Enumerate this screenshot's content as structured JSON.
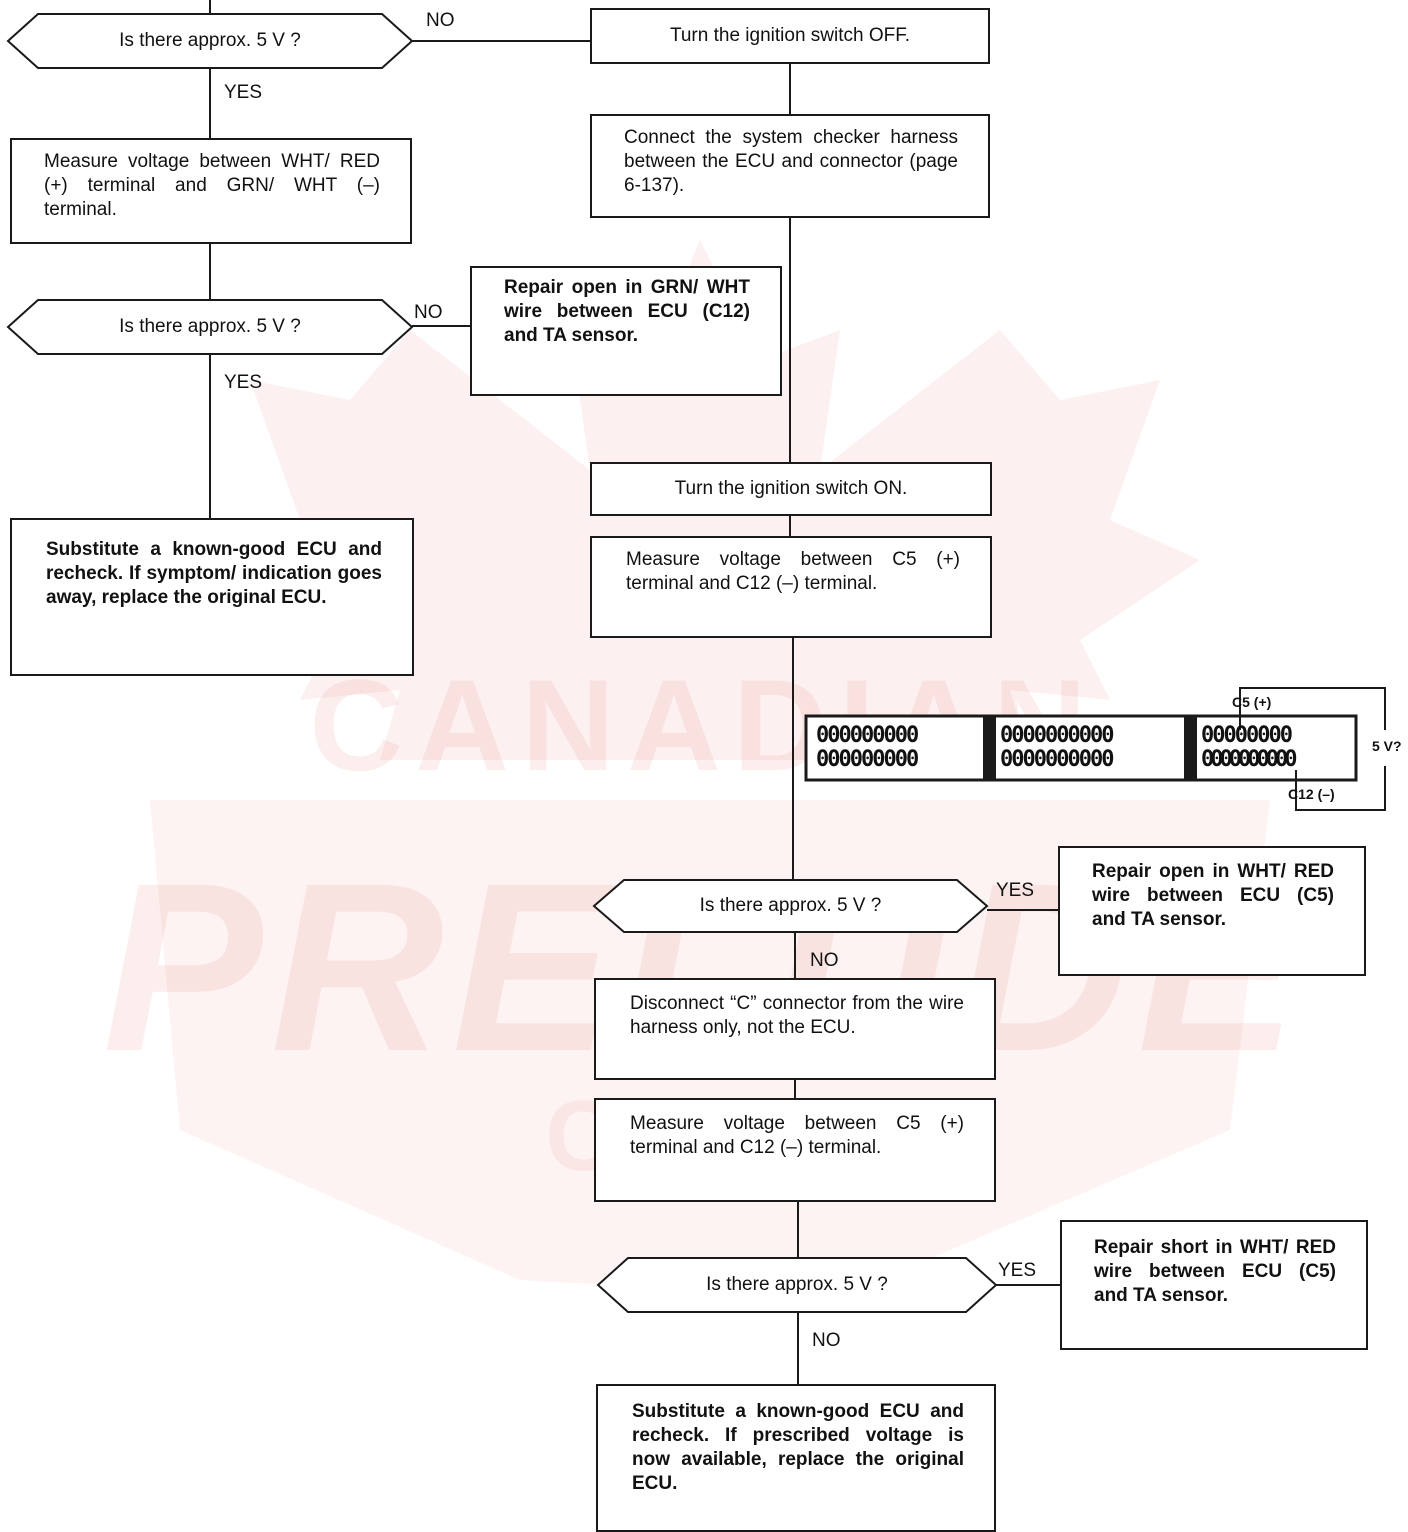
{
  "watermark": {
    "line1": "CANADIAN",
    "line2": "PRELUDE",
    "line3": "CLUB",
    "color": "#d6322a"
  },
  "decisions": {
    "d1": "Is there approx. 5 V ?",
    "d2": "Is there approx. 5 V ?",
    "d3": "Is there approx. 5 V ?",
    "d4": "Is there approx. 5 V ?"
  },
  "labels": {
    "d1_no": "NO",
    "d1_yes": "YES",
    "d2_no": "NO",
    "d2_yes": "YES",
    "d3_yes": "YES",
    "d3_no": "NO",
    "d4_yes": "YES",
    "d4_no": "NO"
  },
  "steps": {
    "turn_off": "Turn the ignition switch OFF.",
    "measure_wht": "Measure voltage between WHT/ RED (+) terminal and GRN/ WHT (–) terminal.",
    "connect_checker": "Connect the system checker harness between the ECU and connector (page 6-137).",
    "repair_grn": "Repair open in GRN/ WHT wire between ECU (C12) and TA sensor.",
    "substitute_1": "Substitute a known-good ECU and recheck. If symptom/ indication goes away, replace the original ECU.",
    "turn_on": "Turn the ignition switch ON.",
    "measure_c5_1": "Measure voltage between C5 (+) terminal and C12 (–) terminal.",
    "repair_open_wht": "Repair open in WHT/ RED wire between ECU (C5) and TA sensor.",
    "disconnect_c": "Disconnect “C” connector from the wire harness only, not the ECU.",
    "measure_c5_2": "Measure voltage between C5 (+) terminal and C12 (–) terminal.",
    "repair_short_wht": "Repair short in WHT/ RED wire between ECU (C5) and TA sensor.",
    "substitute_2": "Substitute a known-good ECU and recheck. If prescribed voltage is now available, replace the original ECU."
  },
  "connector": {
    "c5_label": "C5 (+)",
    "c12_label": "C12 (–)",
    "meter_label": "5 V?",
    "block1_row1": "000000000",
    "block1_row2": "000000000",
    "block2_row1": "0000000000",
    "block2_row2": "0000000000",
    "block3_row1": "00000000",
    "block3_row2": "0000000000"
  }
}
